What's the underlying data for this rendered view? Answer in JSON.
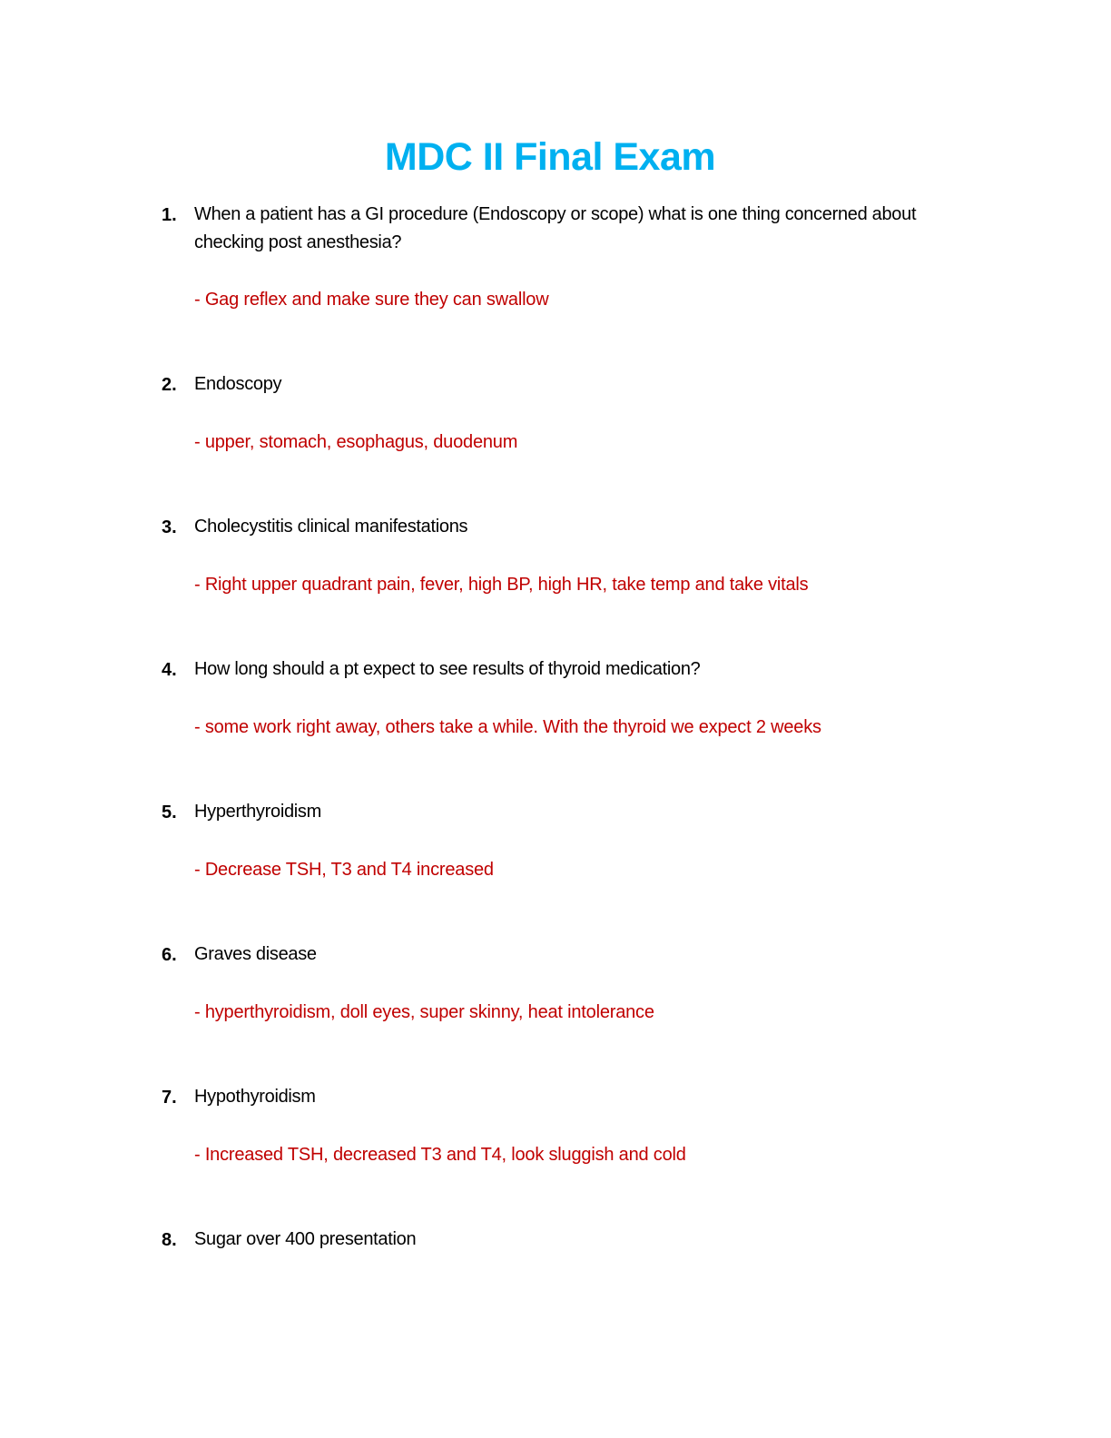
{
  "document": {
    "title": "MDC II Final Exam",
    "accent_color": "#00b0f0",
    "answer_color": "#c00000",
    "questions": [
      {
        "number": "1.",
        "text": "When a patient has a GI procedure (Endoscopy or scope) what is one thing concerned about checking post anesthesia?",
        "answer": "- Gag reflex and make sure they can swallow"
      },
      {
        "number": "2.",
        "text": "Endoscopy",
        "answer": "- upper, stomach, esophagus, duodenum"
      },
      {
        "number": "3.",
        "text": "Cholecystitis clinical manifestations",
        "answer": "- Right upper quadrant pain, fever, high BP, high HR, take temp and take vitals"
      },
      {
        "number": "4.",
        "text": "How long should a pt expect to see results of thyroid medication?",
        "answer": "- some work right away, others take a while. With the thyroid we expect 2 weeks"
      },
      {
        "number": "5.",
        "text": "Hyperthyroidism",
        "answer": "- Decrease TSH, T3 and T4 increased"
      },
      {
        "number": "6.",
        "text": "Graves disease",
        "answer": "- hyperthyroidism, doll eyes, super skinny, heat intolerance"
      },
      {
        "number": "7.",
        "text": "Hypothyroidism",
        "answer": "- Increased TSH, decreased T3 and T4, look sluggish and cold"
      },
      {
        "number": "8.",
        "text": "Sugar over 400 presentation"
      }
    ]
  }
}
